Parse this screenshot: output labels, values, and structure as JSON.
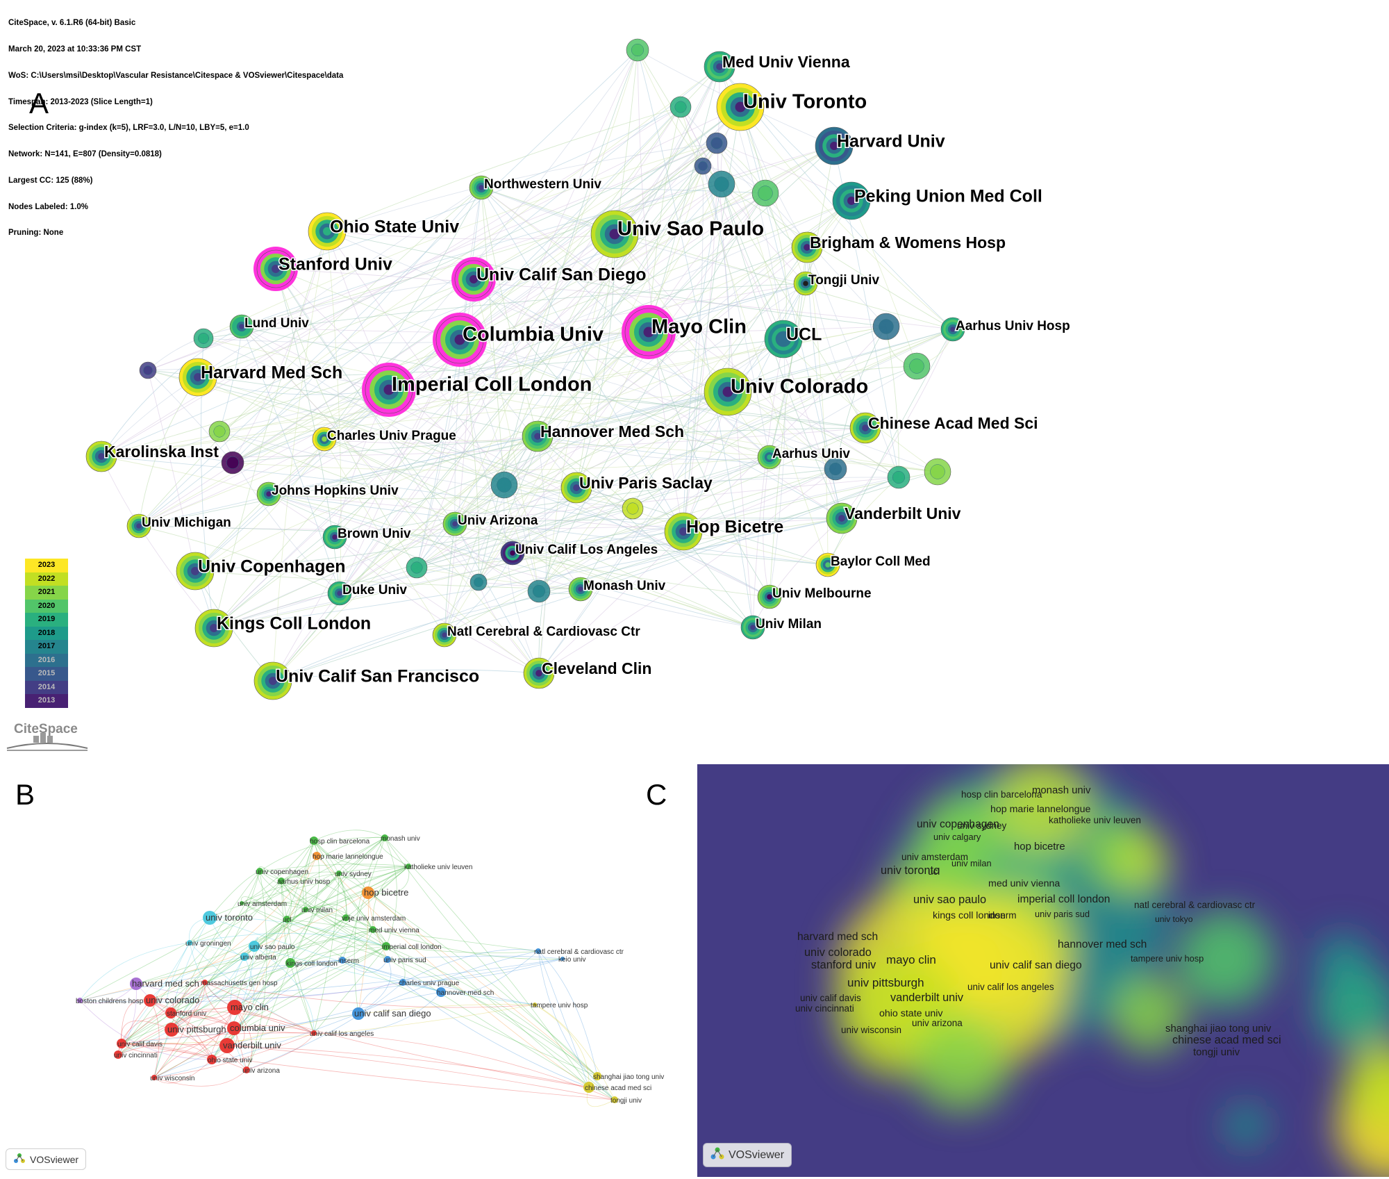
{
  "panel_a": {
    "letter": "A",
    "meta_lines": [
      "CiteSpace, v. 6.1.R6 (64-bit) Basic",
      "March 20, 2023 at 10:33:36 PM CST",
      "WoS: C:\\Users\\msi\\Desktop\\Vascular Resistance\\Citespace & VOSviewer\\Citespace\\data",
      "Timespan: 2013-2023 (Slice Length=1)",
      "Selection Criteria: g-index (k=5), LRF=3.0, L/N=10, LBY=5, e=1.0",
      "Network: N=141, E=807 (Density=0.0818)",
      "Largest CC: 125 (88%)",
      "Nodes Labeled: 1.0%",
      "Pruning: None"
    ],
    "legend_years": [
      "2023",
      "2022",
      "2021",
      "2020",
      "2019",
      "2018",
      "2017",
      "2016",
      "2015",
      "2014",
      "2013"
    ],
    "legend_colors": [
      "#fde725",
      "#c2df23",
      "#86d549",
      "#52c569",
      "#2ab07f",
      "#1e9b8a",
      "#25858e",
      "#2d708e",
      "#38588c",
      "#433e85",
      "#482173",
      "#440154"
    ],
    "logo_text": "CiteSpace",
    "nodes": [
      {
        "label": "Med Univ Vienna",
        "size": "m",
        "ring": "#52c569",
        "core": "#433e85",
        "outer": "#2ab07f",
        "burst": false
      },
      {
        "label": "Univ Toronto",
        "size": "xl",
        "ring": "#c2df23",
        "core": "#482173",
        "outer": "#fde725",
        "burst": false
      },
      {
        "label": "Harvard Univ",
        "size": "l",
        "ring": "#38588c",
        "core": "#482173",
        "outer": "#2d708e",
        "burst": false
      },
      {
        "label": "Peking Union Med Coll",
        "size": "l",
        "ring": "#25858e",
        "core": "#482173",
        "outer": "#1e9b8a",
        "burst": false
      },
      {
        "label": "Northwestern Univ",
        "size": "s",
        "ring": "#52c569",
        "core": "#433e85",
        "outer": "#86d549",
        "burst": false
      },
      {
        "label": "Univ Sao Paulo",
        "size": "xl",
        "ring": "#86d549",
        "core": "#482173",
        "outer": "#c2df23",
        "burst": false
      },
      {
        "label": "Ohio State Univ",
        "size": "l",
        "ring": "#c2df23",
        "core": "#2ab07f",
        "outer": "#fde725",
        "burst": false
      },
      {
        "label": "Brigham & Womens Hosp",
        "size": "m",
        "ring": "#86d549",
        "core": "#482173",
        "outer": "#c2df23",
        "burst": false
      },
      {
        "label": "Stanford Univ",
        "size": "l",
        "ring": "#86d549",
        "core": "#433e85",
        "outer": "#ff33dd",
        "burst": true
      },
      {
        "label": "Univ Calif San Diego",
        "size": "l",
        "ring": "#86d549",
        "core": "#482173",
        "outer": "#ff33dd",
        "burst": true
      },
      {
        "label": "Tongji Univ",
        "size": "s",
        "ring": "#86d549",
        "core": "#1e1e1e",
        "outer": "#c2df23",
        "burst": false
      },
      {
        "label": "Lund Univ",
        "size": "s",
        "ring": "#2ab07f",
        "core": "#433e85",
        "outer": "#52c569",
        "burst": false
      },
      {
        "label": "Mayo Clin",
        "size": "xl",
        "ring": "#86d549",
        "core": "#482173",
        "outer": "#ff33dd",
        "burst": true
      },
      {
        "label": "Columbia Univ",
        "size": "xl",
        "ring": "#86d549",
        "core": "#482173",
        "outer": "#ff33dd",
        "burst": true
      },
      {
        "label": "UCL",
        "size": "l",
        "ring": "#25858e",
        "core": "#2d708e",
        "outer": "#2ab07f",
        "burst": false
      },
      {
        "label": "Aarhus Univ Hosp",
        "size": "s",
        "ring": "#52c569",
        "core": "#433e85",
        "outer": "#2ab07f",
        "burst": false
      },
      {
        "label": "Harvard Med Sch",
        "size": "l",
        "ring": "#c2df23",
        "core": "#433e85",
        "outer": "#fde725",
        "burst": false
      },
      {
        "label": "Imperial Coll London",
        "size": "xl",
        "ring": "#86d549",
        "core": "#482173",
        "outer": "#ff33dd",
        "burst": true
      },
      {
        "label": "Univ Colorado",
        "size": "xl",
        "ring": "#86d549",
        "core": "#482173",
        "outer": "#c2df23",
        "burst": false
      },
      {
        "label": "Chinese Acad Med Sci",
        "size": "m",
        "ring": "#52c569",
        "core": "#433e85",
        "outer": "#c2df23",
        "burst": false
      },
      {
        "label": "Charles Univ Prague",
        "size": "s",
        "ring": "#c2df23",
        "core": "#86d549",
        "outer": "#fde725",
        "burst": false
      },
      {
        "label": "Hannover Med Sch",
        "size": "m",
        "ring": "#52c569",
        "core": "#433e85",
        "outer": "#86d549",
        "burst": false
      },
      {
        "label": "Karolinska Inst",
        "size": "m",
        "ring": "#86d549",
        "core": "#433e85",
        "outer": "#c2df23",
        "burst": false
      },
      {
        "label": "Aarhus Univ",
        "size": "s",
        "ring": "#52c569",
        "core": "#2ab07f",
        "outer": "#86d549",
        "burst": false
      },
      {
        "label": "Johns Hopkins Univ",
        "size": "s",
        "ring": "#52c569",
        "core": "#482173",
        "outer": "#86d549",
        "burst": false
      },
      {
        "label": "Univ Paris Saclay",
        "size": "m",
        "ring": "#86d549",
        "core": "#433e85",
        "outer": "#c2df23",
        "burst": false
      },
      {
        "label": "Vanderbilt Univ",
        "size": "m",
        "ring": "#52c569",
        "core": "#433e85",
        "outer": "#86d549",
        "burst": false
      },
      {
        "label": "Univ Michigan",
        "size": "s",
        "ring": "#86d549",
        "core": "#433e85",
        "outer": "#c2df23",
        "burst": false
      },
      {
        "label": "Univ Arizona",
        "size": "s",
        "ring": "#52c569",
        "core": "#433e85",
        "outer": "#86d549",
        "burst": false
      },
      {
        "label": "Hop Bicetre",
        "size": "l",
        "ring": "#86d549",
        "core": "#433e85",
        "outer": "#c2df23",
        "burst": false
      },
      {
        "label": "Brown Univ",
        "size": "s",
        "ring": "#52c569",
        "core": "#482173",
        "outer": "#2ab07f",
        "burst": false
      },
      {
        "label": "Univ Calif Los Angeles",
        "size": "s",
        "ring": "#482173",
        "core": "#440154",
        "outer": "#433e85",
        "burst": false
      },
      {
        "label": "Univ Copenhagen",
        "size": "l",
        "ring": "#86d549",
        "core": "#433e85",
        "outer": "#c2df23",
        "burst": false
      },
      {
        "label": "Baylor Coll Med",
        "size": "s",
        "ring": "#c2df23",
        "core": "#52c569",
        "outer": "#fde725",
        "burst": false
      },
      {
        "label": "Duke Univ",
        "size": "s",
        "ring": "#52c569",
        "core": "#433e85",
        "outer": "#2ab07f",
        "burst": false
      },
      {
        "label": "Monash Univ",
        "size": "s",
        "ring": "#52c569",
        "core": "#433e85",
        "outer": "#86d549",
        "burst": false
      },
      {
        "label": "Univ Melbourne",
        "size": "s",
        "ring": "#52c569",
        "core": "#440154",
        "outer": "#86d549",
        "burst": false
      },
      {
        "label": "Kings Coll London",
        "size": "l",
        "ring": "#86d549",
        "core": "#433e85",
        "outer": "#c2df23",
        "burst": false
      },
      {
        "label": "Natl Cerebral & Cardiovasc Ctr",
        "size": "s",
        "ring": "#86d549",
        "core": "#433e85",
        "outer": "#c2df23",
        "burst": false
      },
      {
        "label": "Univ Milan",
        "size": "s",
        "ring": "#52c569",
        "core": "#433e85",
        "outer": "#2ab07f",
        "burst": false
      },
      {
        "label": "Univ Calif San Francisco",
        "size": "l",
        "ring": "#86d549",
        "core": "#433e85",
        "outer": "#c2df23",
        "burst": false
      },
      {
        "label": "Cleveland Clin",
        "size": "m",
        "ring": "#86d549",
        "core": "#482173",
        "outer": "#c2df23",
        "burst": false
      }
    ]
  },
  "panel_b": {
    "letter": "B",
    "badge": "VOSviewer",
    "nodes": [
      {
        "label": "hosp clin barcelona",
        "cluster": "green"
      },
      {
        "label": "monash univ",
        "cluster": "green"
      },
      {
        "label": "hop marie lannelongue",
        "cluster": "orange"
      },
      {
        "label": "katholieke univ leuven",
        "cluster": "green"
      },
      {
        "label": "univ copenhagen",
        "cluster": "green"
      },
      {
        "label": "univ sydney",
        "cluster": "green"
      },
      {
        "label": "aarhus univ hosp",
        "cluster": "green"
      },
      {
        "label": "hop bicetre",
        "cluster": "orange"
      },
      {
        "label": "univ amsterdam",
        "cluster": "green"
      },
      {
        "label": "univ toronto",
        "cluster": "cyan"
      },
      {
        "label": "univ milan",
        "cluster": "green"
      },
      {
        "label": "ucl",
        "cluster": "green"
      },
      {
        "label": "vrije univ amsterdam",
        "cluster": "green"
      },
      {
        "label": "med univ vienna",
        "cluster": "green"
      },
      {
        "label": "univ groningen",
        "cluster": "cyan"
      },
      {
        "label": "univ sao paulo",
        "cluster": "cyan"
      },
      {
        "label": "imperial coll london",
        "cluster": "green"
      },
      {
        "label": "univ alberta",
        "cluster": "cyan"
      },
      {
        "label": "kings coll london",
        "cluster": "green"
      },
      {
        "label": "inserm",
        "cluster": "blue"
      },
      {
        "label": "univ paris sud",
        "cluster": "blue"
      },
      {
        "label": "natl cerebral & cardiovasc ctr",
        "cluster": "blue"
      },
      {
        "label": "keio univ",
        "cluster": "blue"
      },
      {
        "label": "harvard med sch",
        "cluster": "purple"
      },
      {
        "label": "massachusetts gen hosp",
        "cluster": "red"
      },
      {
        "label": "charles univ prague",
        "cluster": "blue"
      },
      {
        "label": "hannover med sch",
        "cluster": "blue"
      },
      {
        "label": "boston childrens hosp",
        "cluster": "purple"
      },
      {
        "label": "univ colorado",
        "cluster": "red"
      },
      {
        "label": "mayo clin",
        "cluster": "red"
      },
      {
        "label": "tampere univ hosp",
        "cluster": "yellow"
      },
      {
        "label": "stanford univ",
        "cluster": "red"
      },
      {
        "label": "univ calif san diego",
        "cluster": "blue"
      },
      {
        "label": "univ pittsburgh",
        "cluster": "red"
      },
      {
        "label": "columbia univ",
        "cluster": "red"
      },
      {
        "label": "univ calif los angeles",
        "cluster": "red"
      },
      {
        "label": "univ calif davis",
        "cluster": "red"
      },
      {
        "label": "vanderbilt univ",
        "cluster": "red"
      },
      {
        "label": "univ cincinnati",
        "cluster": "red"
      },
      {
        "label": "ohio state univ",
        "cluster": "red"
      },
      {
        "label": "univ arizona",
        "cluster": "red"
      },
      {
        "label": "univ wisconsin",
        "cluster": "red"
      },
      {
        "label": "shanghai jiao tong univ",
        "cluster": "yellow"
      },
      {
        "label": "chinese acad med sci",
        "cluster": "yellow"
      },
      {
        "label": "tongji univ",
        "cluster": "yellow"
      }
    ],
    "cluster_colors": {
      "red": "#e8322d",
      "green": "#3fb53d",
      "blue": "#3b8fd9",
      "yellow": "#d4c82a",
      "purple": "#a36ad1",
      "cyan": "#44c6dc",
      "orange": "#f28e2b"
    }
  },
  "panel_c": {
    "letter": "C",
    "badge": "VOSviewer",
    "background": "#443c84",
    "labels": [
      {
        "label": "hosp clin barcelona",
        "weight": 0.5
      },
      {
        "label": "monash univ",
        "weight": 0.7
      },
      {
        "label": "hop marie lannelongue",
        "weight": 0.6
      },
      {
        "label": "katholieke univ leuven",
        "weight": 0.5
      },
      {
        "label": "univ copenhagen",
        "weight": 0.8
      },
      {
        "label": "univ sydney",
        "weight": 0.5
      },
      {
        "label": "univ calgary",
        "weight": 0.4
      },
      {
        "label": "hop bicetre",
        "weight": 0.7
      },
      {
        "label": "univ amsterdam",
        "weight": 0.5
      },
      {
        "label": "univ milan",
        "weight": 0.4
      },
      {
        "label": "univ toronto",
        "weight": 0.9
      },
      {
        "label": "ucl",
        "weight": 0.5
      },
      {
        "label": "med univ vienna",
        "weight": 0.6
      },
      {
        "label": "univ sao paulo",
        "weight": 0.9
      },
      {
        "label": "imperial coll london",
        "weight": 0.8
      },
      {
        "label": "natl cerebral & cardiovasc ctr",
        "weight": 0.5
      },
      {
        "label": "kings coll london",
        "weight": 0.6
      },
      {
        "label": "inserm",
        "weight": 0.5
      },
      {
        "label": "univ paris sud",
        "weight": 0.4
      },
      {
        "label": "univ tokyo",
        "weight": 0.3
      },
      {
        "label": "harvard med sch",
        "weight": 0.8
      },
      {
        "label": "hannover med sch",
        "weight": 0.8
      },
      {
        "label": "univ colorado",
        "weight": 0.9
      },
      {
        "label": "mayo clin",
        "weight": 1.0
      },
      {
        "label": "stanford univ",
        "weight": 0.9
      },
      {
        "label": "univ calif san diego",
        "weight": 0.8
      },
      {
        "label": "tampere univ hosp",
        "weight": 0.4
      },
      {
        "label": "univ pittsburgh",
        "weight": 1.0
      },
      {
        "label": "univ calif los angeles",
        "weight": 0.5
      },
      {
        "label": "univ calif davis",
        "weight": 0.5
      },
      {
        "label": "vanderbilt univ",
        "weight": 0.9
      },
      {
        "label": "univ cincinnati",
        "weight": 0.5
      },
      {
        "label": "ohio state univ",
        "weight": 0.6
      },
      {
        "label": "univ arizona",
        "weight": 0.5
      },
      {
        "label": "univ wisconsin",
        "weight": 0.5
      },
      {
        "label": "shanghai jiao tong univ",
        "weight": 0.7
      },
      {
        "label": "chinese acad med sci",
        "weight": 0.9
      },
      {
        "label": "tongji univ",
        "weight": 0.7
      }
    ]
  }
}
